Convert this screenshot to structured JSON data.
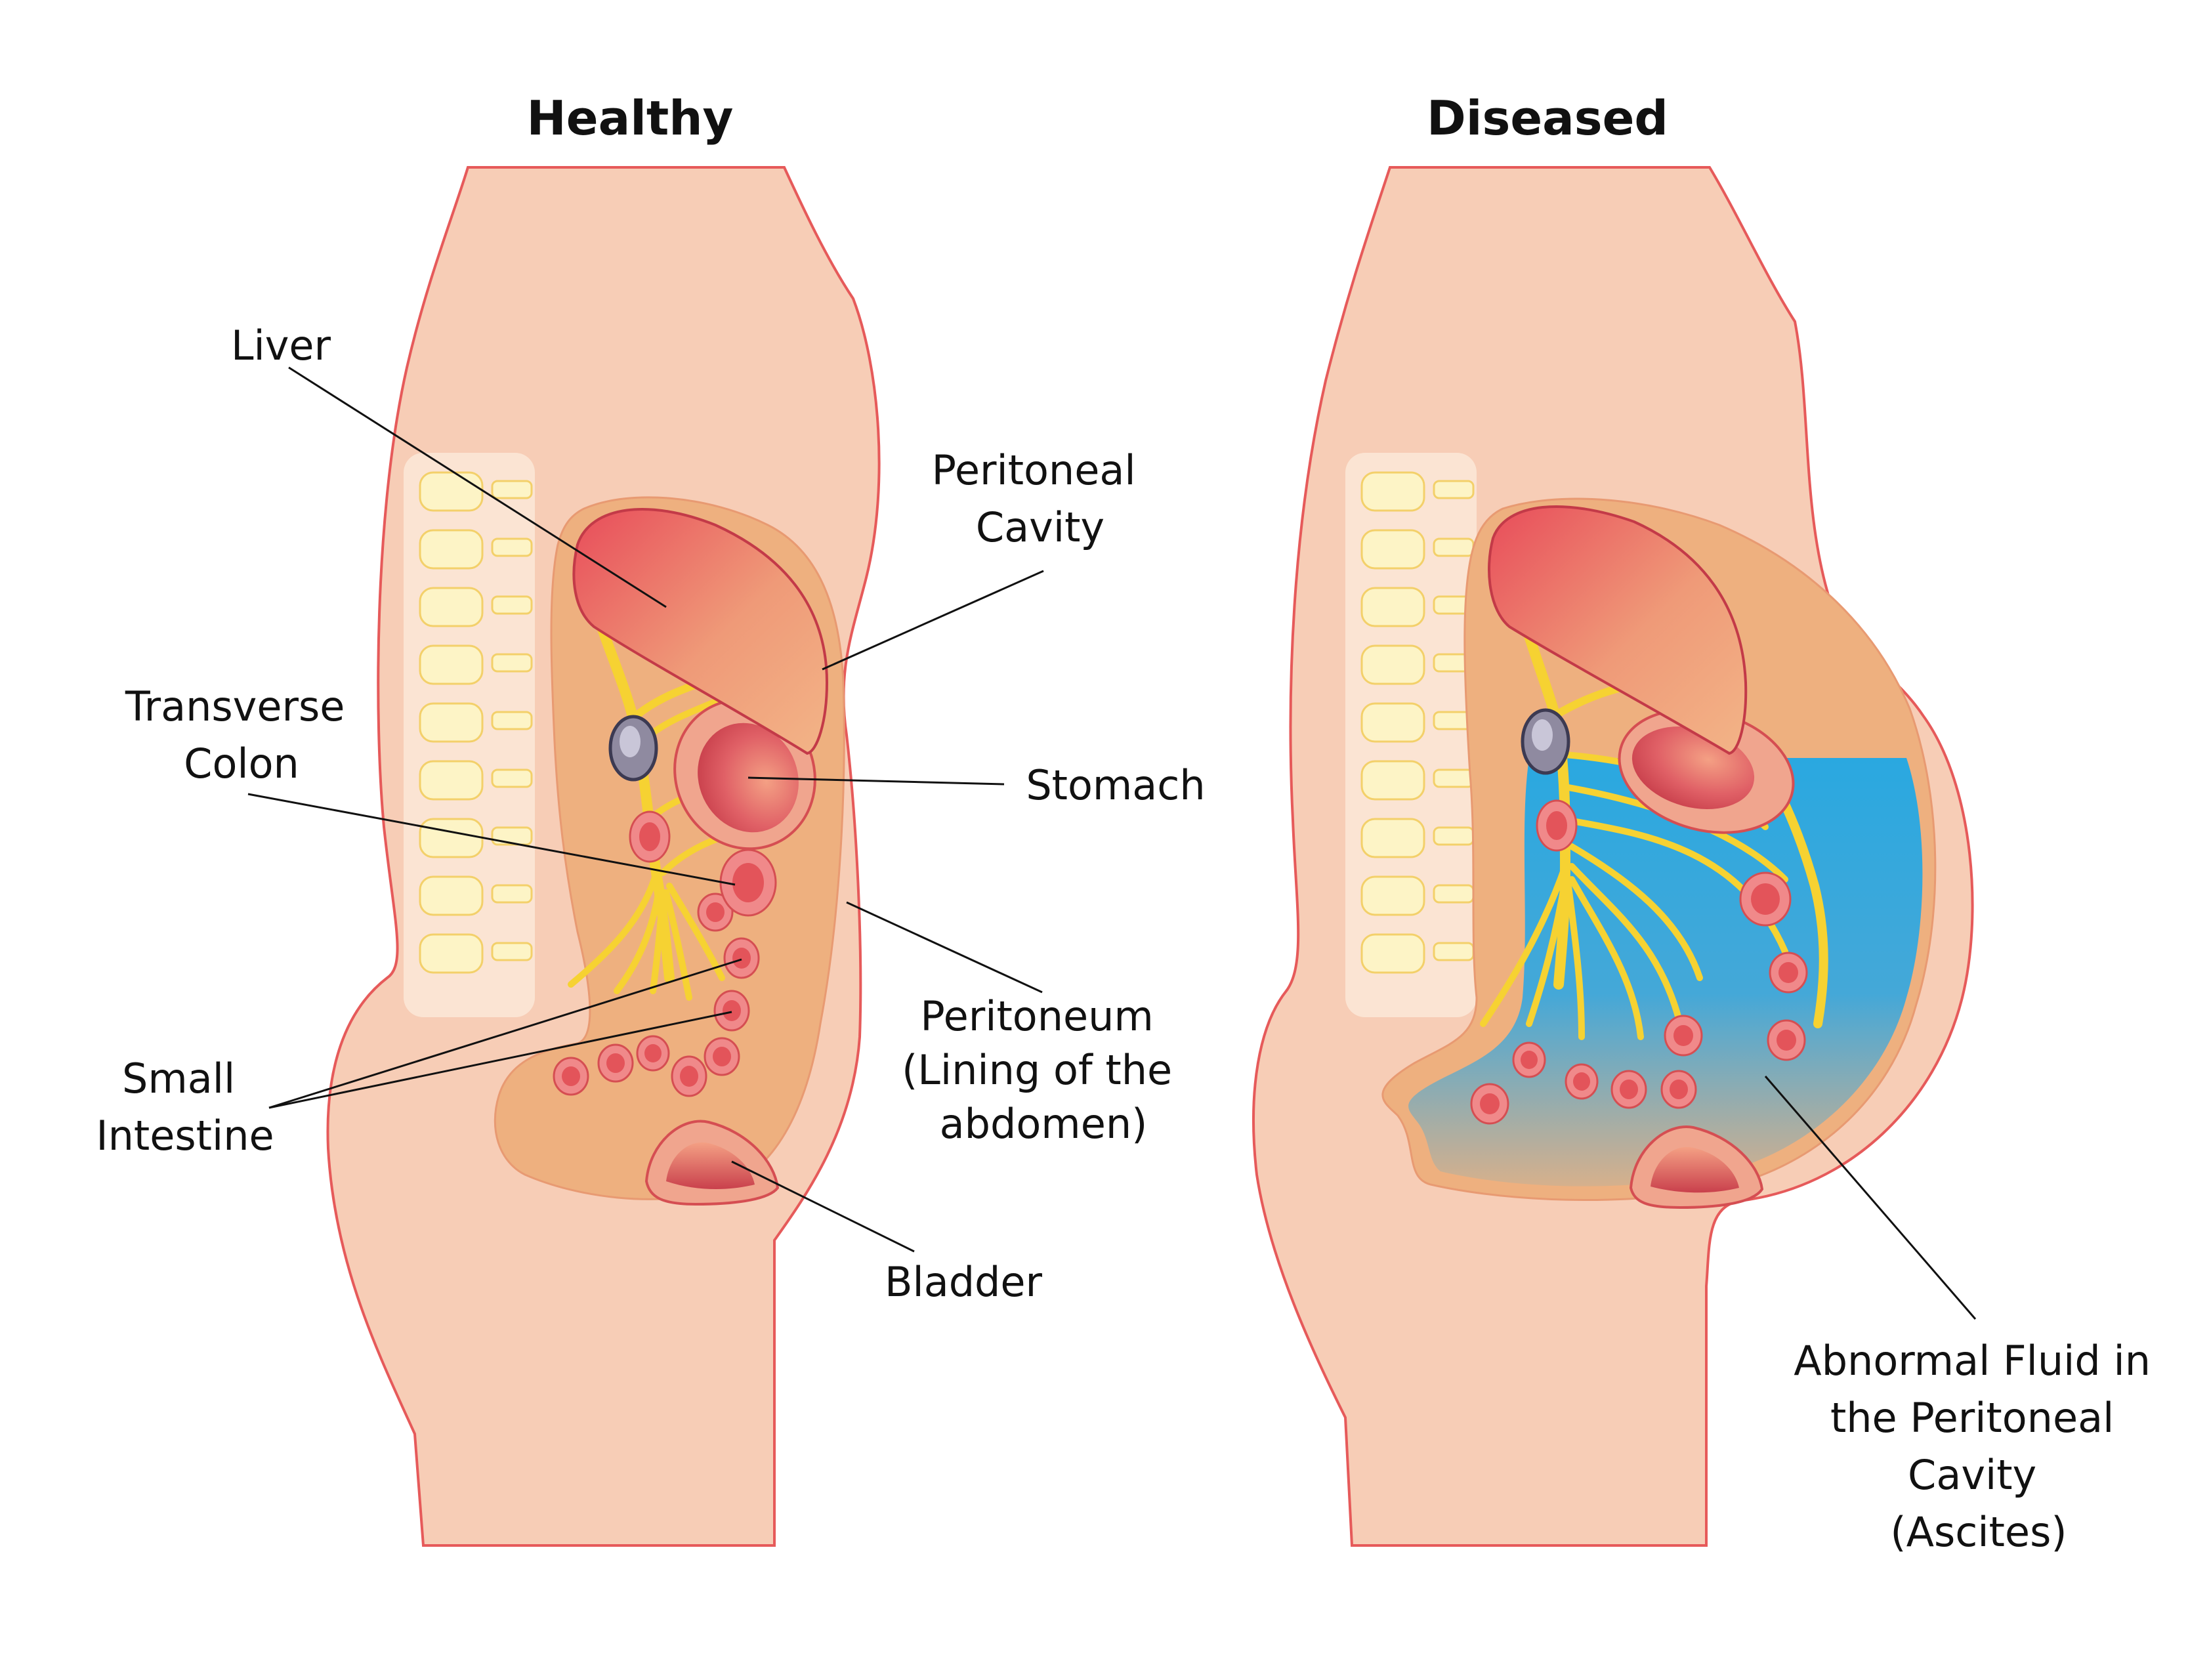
{
  "panels": {
    "healthy": {
      "title": "Healthy"
    },
    "diseased": {
      "title": "Diseased"
    }
  },
  "labels": {
    "liver": [
      "Liver"
    ],
    "peritoneal_cavity": [
      "Peritoneal",
      "Cavity"
    ],
    "transverse_colon": [
      "Transverse",
      "Colon"
    ],
    "stomach": [
      "Stomach"
    ],
    "peritoneum": [
      "Peritoneum",
      "(Lining of the",
      "abdomen)"
    ],
    "small_intestine": [
      "Small",
      "Intestine"
    ],
    "bladder": [
      "Bladder"
    ],
    "ascites": [
      "Abnormal Fluid in",
      "the Peritoneal",
      "Cavity",
      "(Ascites)"
    ]
  },
  "colors": {
    "skin": "#f7cdb6",
    "outline": "#e65a5a",
    "cavity": "#eeb07f",
    "liver": "#e8505a",
    "nerve": "#f6d232",
    "fluid": "#2aa8e0"
  }
}
